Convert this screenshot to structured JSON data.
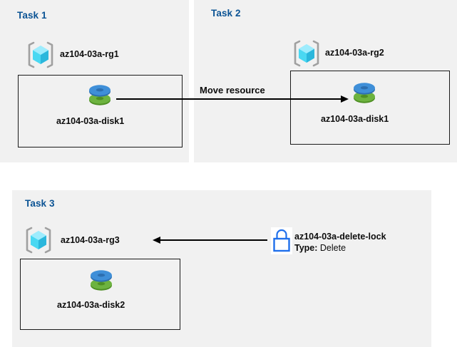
{
  "diagram": {
    "title": "Azure resource group tasks diagram",
    "background": "#ffffff",
    "panel_color": "#f1f1f1",
    "title_color": "#0b5394",
    "line_color": "#000000"
  },
  "panels": [
    {
      "id": "task1",
      "title": "Task 1",
      "resource_group": {
        "label": "az104-03a-rg1",
        "icon": "resource-group-icon"
      },
      "resource": {
        "label": "az104-03a-disk1",
        "icon": "managed-disk-icon"
      }
    },
    {
      "id": "task2",
      "title": "Task 2",
      "resource_group": {
        "label": "az104-03a-rg2",
        "icon": "resource-group-icon"
      },
      "resource": {
        "label": "az104-03a-disk1",
        "icon": "managed-disk-icon"
      }
    },
    {
      "id": "task3",
      "title": "Task 3",
      "resource_group": {
        "label": "az104-03a-rg3",
        "icon": "resource-group-icon"
      },
      "resource": {
        "label": "az104-03a-disk2",
        "icon": "managed-disk-icon"
      }
    }
  ],
  "connectors": {
    "move_resource": {
      "label": "Move resource",
      "direction": "right",
      "from": "az104-03a-disk1",
      "to": "az104-03a-disk1"
    },
    "delete_lock": {
      "direction": "left",
      "from": "az104-03a-delete-lock",
      "to": "az104-03a-rg3"
    }
  },
  "lock": {
    "icon": "lock-icon",
    "name": "az104-03a-delete-lock",
    "type_key": "Type:",
    "type_value": "Delete"
  },
  "icon_colors": {
    "rg_bracket": "#a0a0a0",
    "rg_cube_light": "#93eafc",
    "rg_cube_mid": "#3fd4f0",
    "rg_cube_dark": "#2bb7dc",
    "disk_blue": "#3f8fd8",
    "disk_green": "#6db33f",
    "lock_blue": "#1f6feb"
  }
}
